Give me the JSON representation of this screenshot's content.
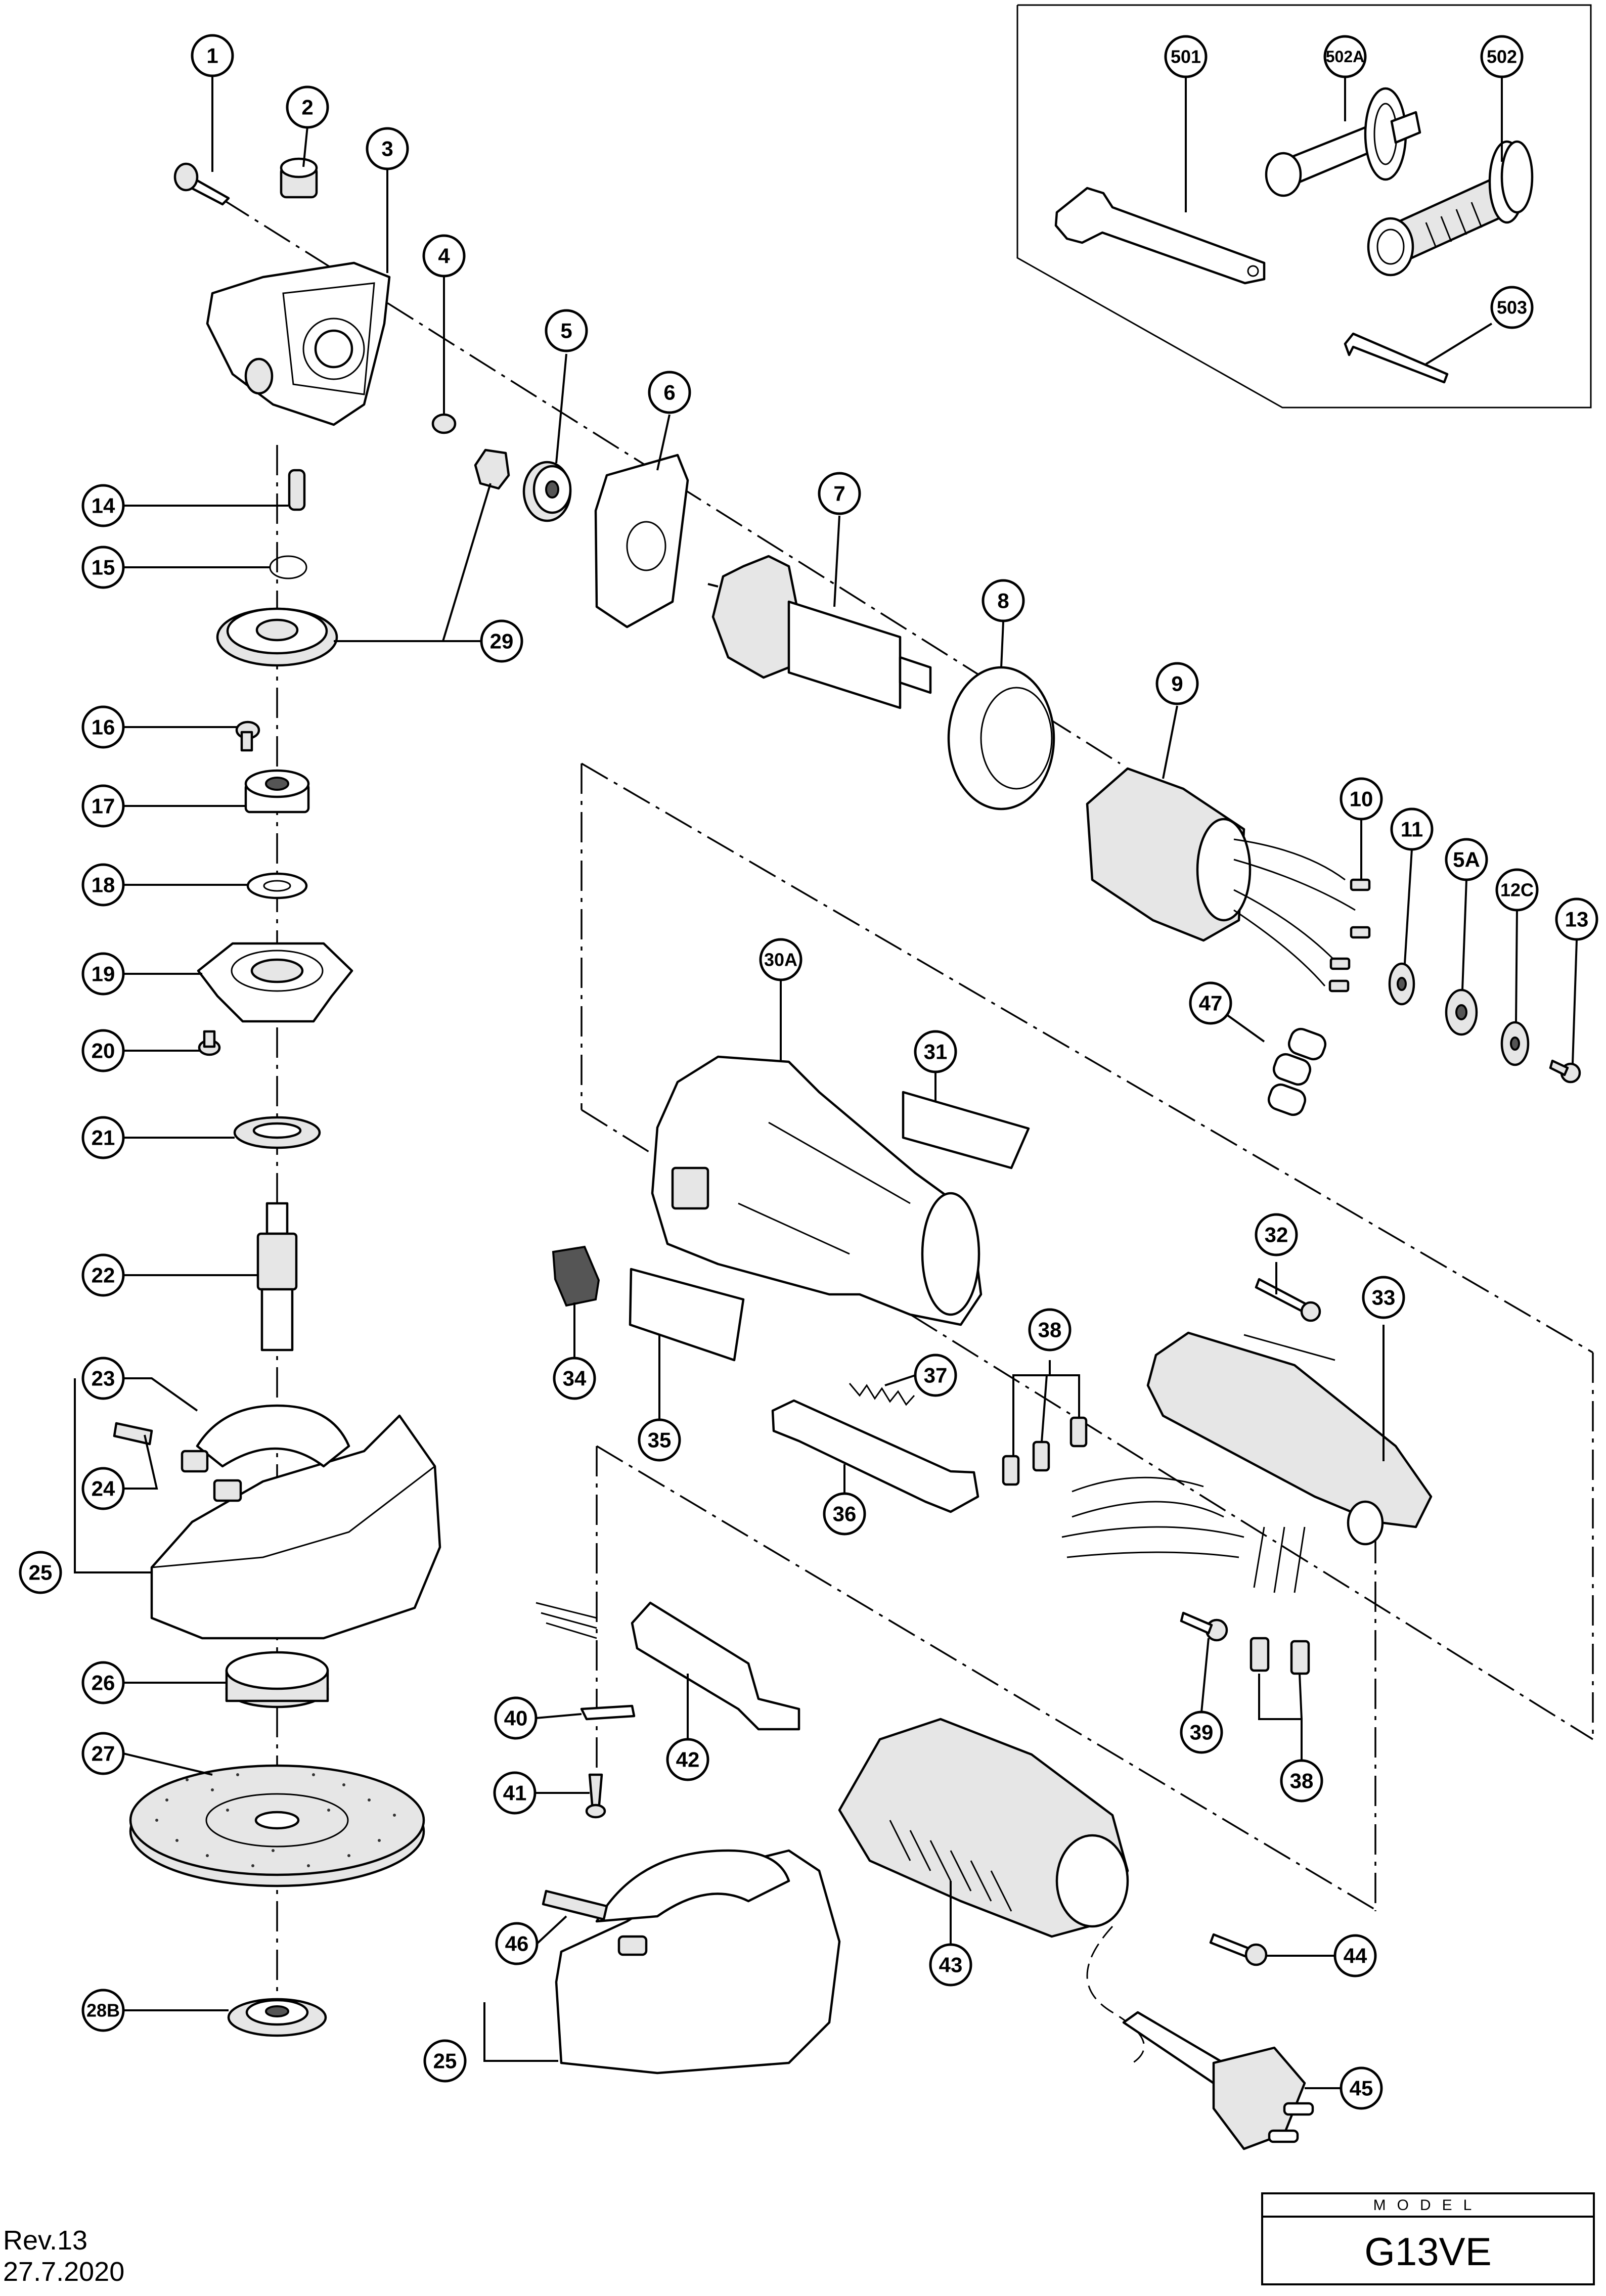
{
  "revision": "Rev.13",
  "date": "27.7.2020",
  "model_label": "MODEL",
  "model_name": "G13VE",
  "callouts": [
    "1",
    "2",
    "3",
    "4",
    "5",
    "6",
    "7",
    "8",
    "9",
    "10",
    "11",
    "5A",
    "12C",
    "13",
    "14",
    "15",
    "29",
    "16",
    "17",
    "18",
    "19",
    "20",
    "21",
    "22",
    "23",
    "24",
    "25",
    "26",
    "27",
    "28B",
    "30A",
    "31",
    "32",
    "33",
    "34",
    "35",
    "36",
    "37",
    "38",
    "38",
    "39",
    "40",
    "41",
    "42",
    "43",
    "44",
    "45",
    "46",
    "25",
    "47",
    "501",
    "502A",
    "502"
  ],
  "callout_503": "503"
}
